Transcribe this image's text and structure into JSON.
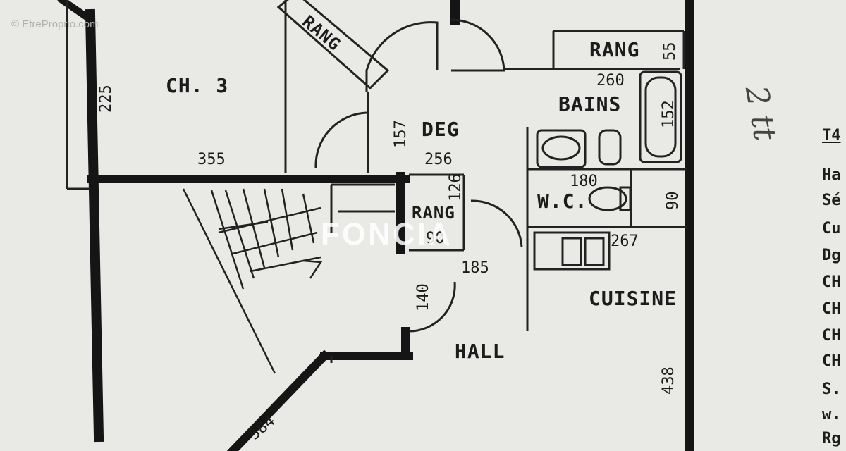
{
  "watermark": "© EtreProprio.com",
  "logo_text": "FONCIA",
  "rooms": {
    "ch3": "CH. 3",
    "deg": "DEG",
    "bains": "BAINS",
    "wc": "W.C.",
    "cuisine": "CUISINE",
    "hall": "HALL",
    "rang_top": "RANG",
    "rang_diag": "RANG",
    "rang_hall": "RANG"
  },
  "dimensions": {
    "d225": "225",
    "d355": "355",
    "d157": "157",
    "d256": "256",
    "d260": "260",
    "d55": "55",
    "d152": "152",
    "d126": "126",
    "d90a": "90",
    "d180": "180",
    "d90b": "90",
    "d267": "267",
    "d185": "185",
    "d140": "140",
    "d438": "438",
    "d584": "584"
  },
  "legend": [
    "T4",
    "Ha",
    "Sé",
    "Cu",
    "Dg",
    "CH",
    "CH",
    "CH",
    "CH",
    "S.",
    "w.",
    "Rg"
  ],
  "handwritten_note": "2 tt",
  "colors": {
    "paper": "#e9e9e6",
    "ink": "#1c1c1c"
  }
}
